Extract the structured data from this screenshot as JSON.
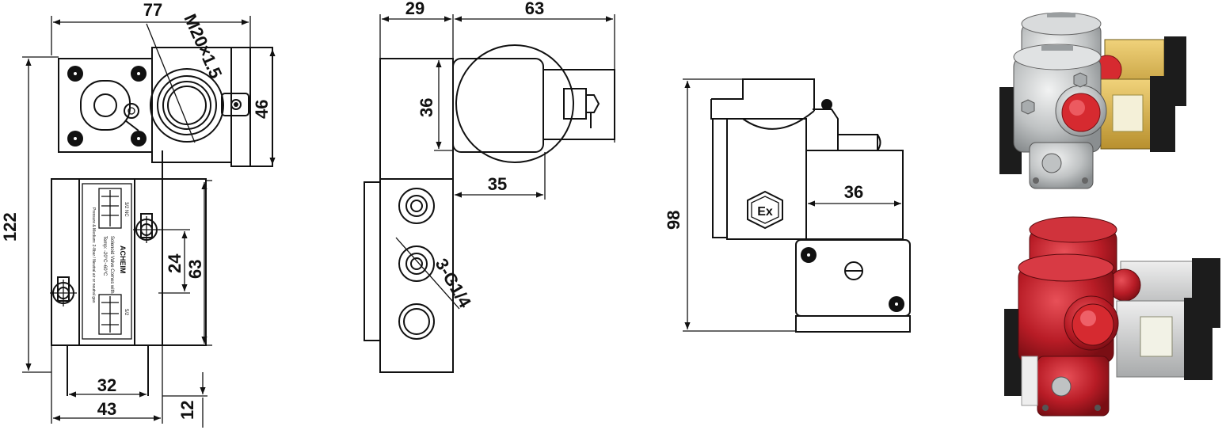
{
  "dimensions": {
    "front_width": "77",
    "thread": "M20×1.5",
    "front_46": "46",
    "front_height": "122",
    "front_24": "24",
    "front_63": "63",
    "front_32": "32",
    "front_43": "43",
    "front_12": "12",
    "side_29": "29",
    "side_63": "63",
    "side_36": "36",
    "side_35": "35",
    "port_label": "3-G1/4",
    "iso_98": "98",
    "iso_36": "36"
  },
  "label_plate": {
    "brand": "ACHEIM",
    "line1": "Solenoid Valve Comes with",
    "line2": "Temp: -20°C~60°C",
    "line3": "Pressure & Medium: 2-8bar / Neutral air or neutral gas",
    "sym_top": "3/2 NC",
    "sym_bottom": "5/2"
  },
  "icons": {
    "ex_mark": "Ex"
  },
  "colors": {
    "line": "#111111",
    "photo_silver": "#c9cbcc",
    "photo_red": "#c0202a",
    "photo_yellow": "#d9b44a",
    "photo_black": "#1c1c1c"
  }
}
